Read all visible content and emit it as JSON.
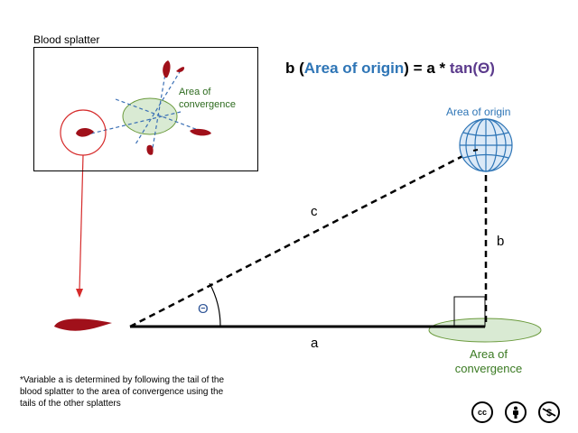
{
  "inset": {
    "title": "Blood splatter",
    "convergence_label": "Area of convergence"
  },
  "formula": {
    "prefix": "b (",
    "highlight": "Area of origin",
    "middle": ") = a * ",
    "func": "tan(Θ)"
  },
  "origin_label": "Area of origin",
  "convergence_label": "Area of convergence",
  "sides": {
    "a": "a",
    "b": "b",
    "c": "c"
  },
  "angle_label": "Θ",
  "footnote": "*Variable a is determined by following the tail of the blood splatter to the area of convergence using the tails of the other splatters",
  "license": {
    "icons": [
      "creative-commons-icon",
      "attribution-icon",
      "non-commercial-icon"
    ],
    "cc_text": "cc"
  },
  "colors": {
    "blood": "#a0101a",
    "convergence_fill": "#d9ead3",
    "convergence_stroke": "#6a9a3c",
    "sphere": "#2e75b6",
    "arrow": "#d62b2b",
    "dashed_blue": "#3a6fb5"
  }
}
